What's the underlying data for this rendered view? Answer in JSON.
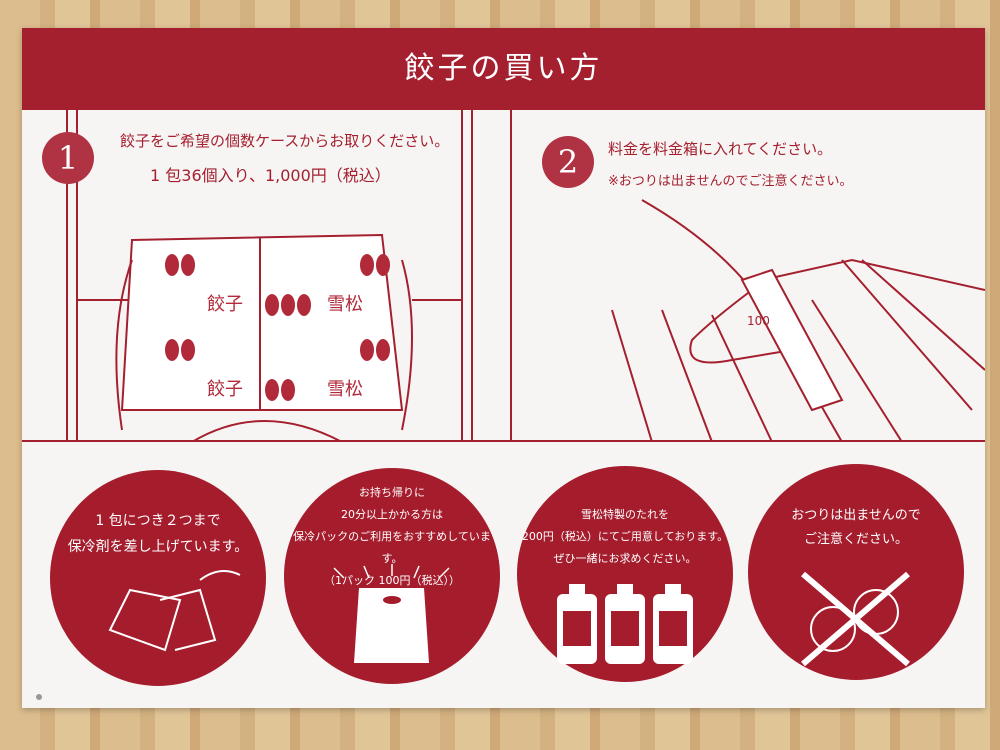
{
  "header": {
    "title": "餃子の買い方"
  },
  "step1": {
    "number": "1",
    "line1": "餃子をご希望の個数ケースからお取りください。",
    "line2": "1 包36個入り、1,000円（税込）",
    "package_label": "餃子 雪松"
  },
  "step2": {
    "number": "2",
    "line1": "料金を料金箱に入れてください。",
    "line2": "※おつりは出ませんのでご注意ください。",
    "coin_label": "100"
  },
  "circles": [
    {
      "lines": [
        "1 包につき２つまで",
        "保冷剤を差し上げています。"
      ]
    },
    {
      "lines": [
        "お持ち帰りに",
        "20分以上かかる方は",
        "保冷パックのご利用をおすすめしています。",
        "（1パック 100円（税込））"
      ]
    },
    {
      "lines": [
        "雪松特製のたれを",
        "200円（税込）にてご用意しております。",
        "ぜひ一緒にお求めください。"
      ]
    },
    {
      "lines": [
        "おつりは出ませんので",
        "ご注意ください。"
      ]
    }
  ],
  "colors": {
    "brand": "#a4202f",
    "board": "#f7f5f4",
    "wood": "#d8b887"
  }
}
